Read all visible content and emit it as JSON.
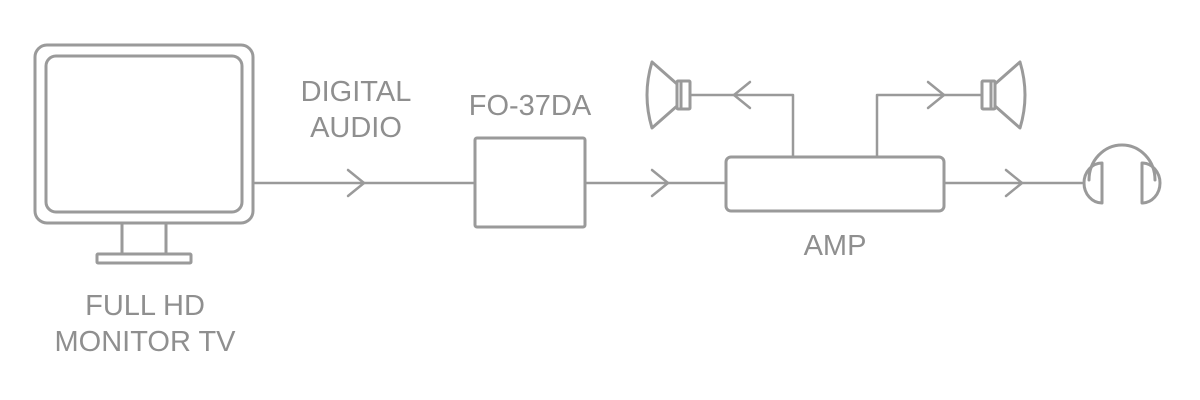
{
  "labels": {
    "digital_line1": "DIGITAL",
    "digital_line2": "AUDIO",
    "device": "FO-37DA",
    "amp": "AMP",
    "tv_line1": "FULL HD",
    "tv_line2": "MONITOR TV"
  },
  "icons": {
    "tv": "tv-monitor-icon",
    "speaker_left": "speaker-icon",
    "speaker_right": "speaker-icon",
    "headphones": "headphones-icon"
  },
  "colors": {
    "stroke": "#9a9a9a",
    "text": "#8f8f8f"
  }
}
